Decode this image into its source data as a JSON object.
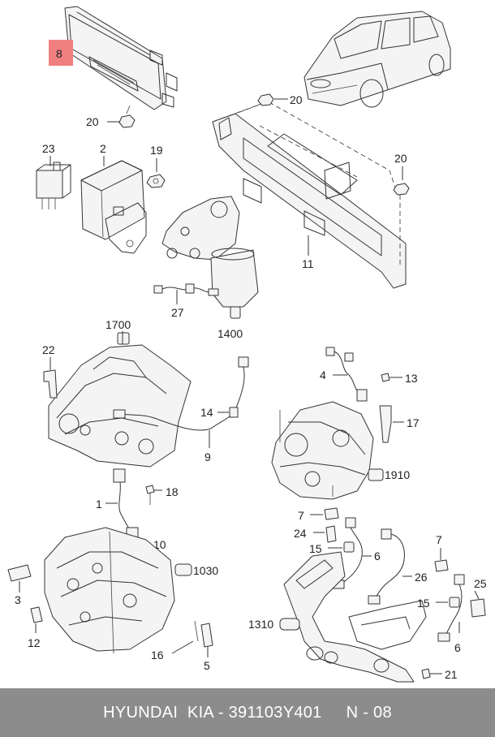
{
  "callouts": {
    "c8": "8",
    "c20a": "20",
    "c20b": "20",
    "c20c": "20",
    "c23": "23",
    "c2": "2",
    "c19": "19",
    "c11": "11",
    "c27": "27",
    "c1400": "1400",
    "c1700": "1700",
    "c22": "22",
    "c4": "4",
    "c13": "13",
    "c14": "14",
    "c17": "17",
    "c9": "9",
    "c1910": "1910",
    "c1": "1",
    "c18": "18",
    "c7a": "7",
    "c7b": "7",
    "c24": "24",
    "c10": "10",
    "c1030": "1030",
    "c15a": "15",
    "c15b": "15",
    "c6a": "6",
    "c6b": "6",
    "c26": "26",
    "c25": "25",
    "c3": "3",
    "c12": "12",
    "c1310": "1310",
    "c16": "16",
    "c5": "5",
    "c21": "21"
  },
  "footer": {
    "brand": "HYUNDAI  KIA - 391103Y401",
    "page": "N - 08"
  },
  "colors": {
    "highlight": "#f08080",
    "footer_bg": "#8c8c8c"
  }
}
